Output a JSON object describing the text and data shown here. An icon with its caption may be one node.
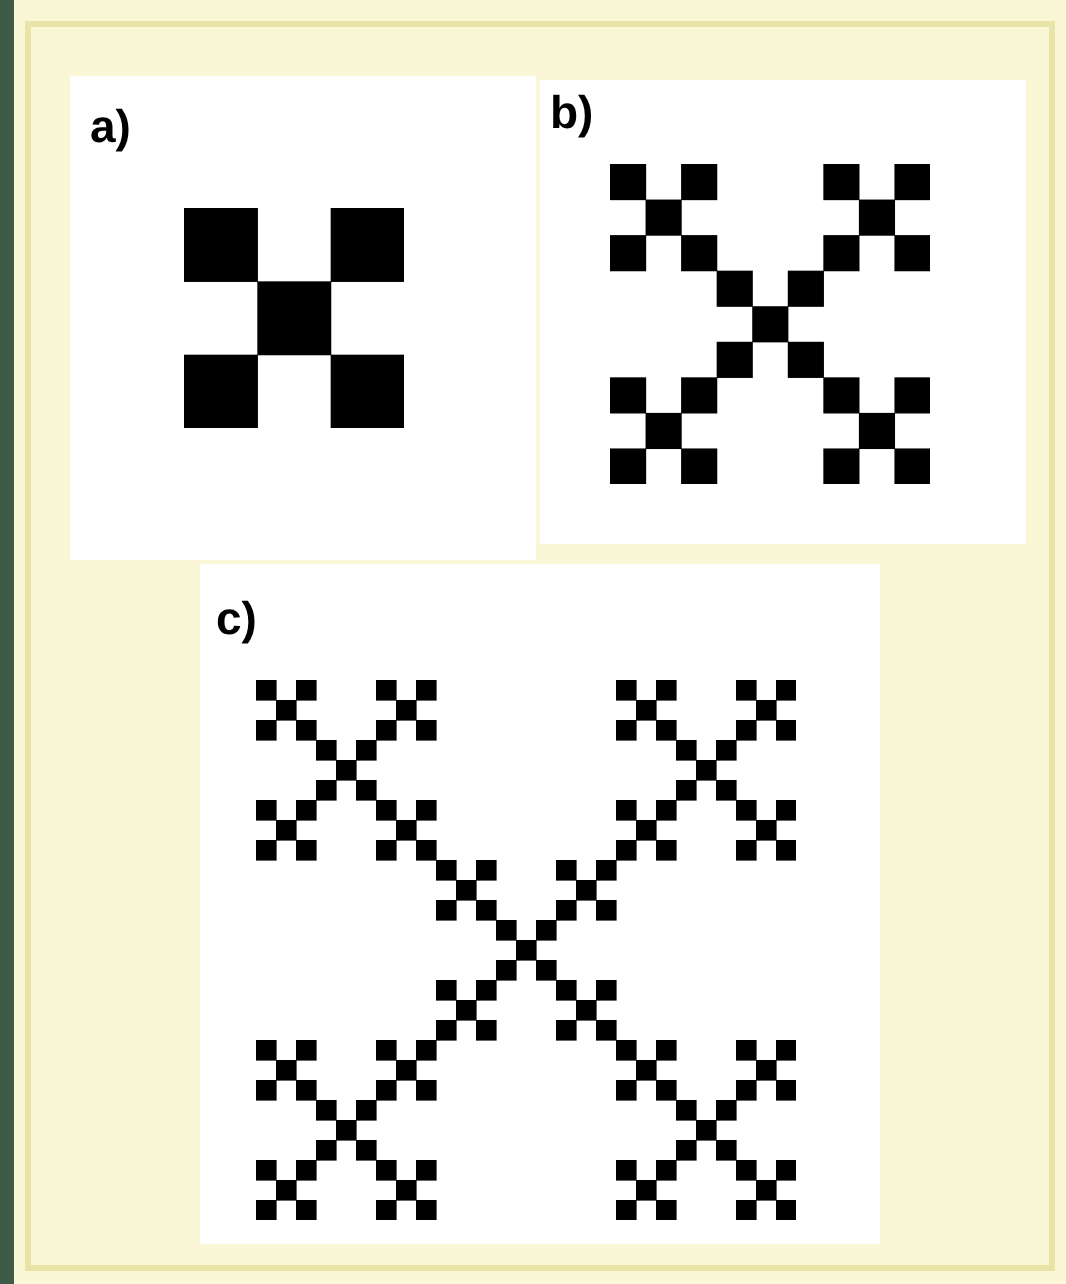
{
  "diagram": {
    "nodes": [
      {
        "text": [
          "a)"
        ]
      },
      {
        "text": [
          "b)"
        ]
      },
      {
        "text": [
          "c)"
        ]
      }
    ]
  }
}
